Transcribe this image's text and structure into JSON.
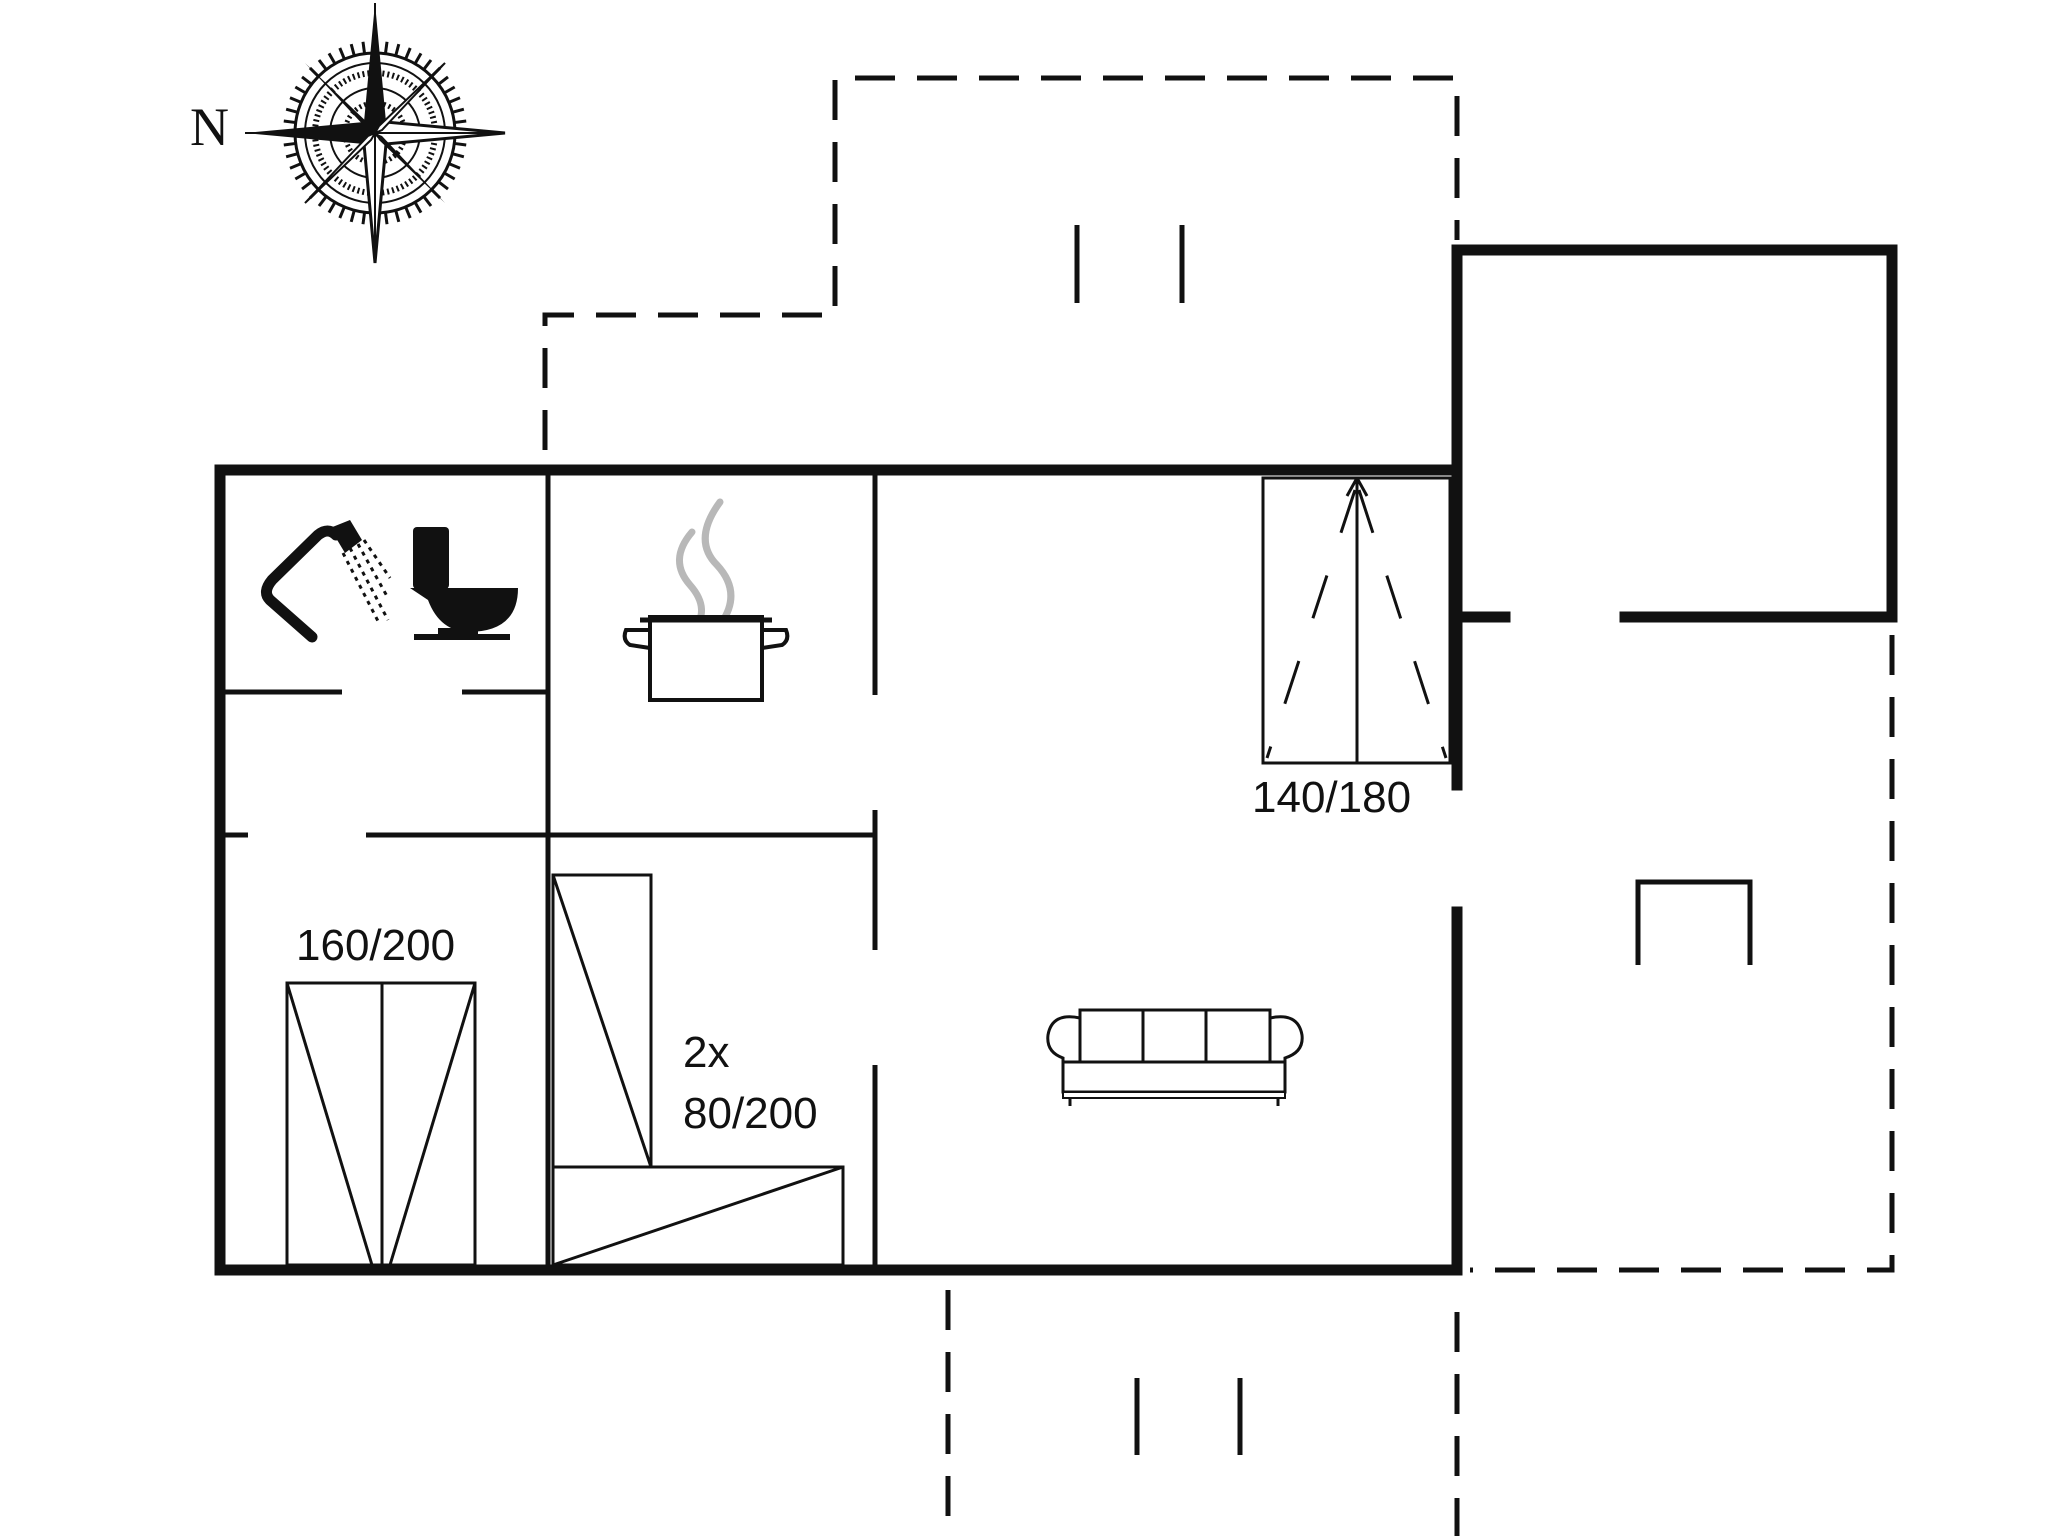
{
  "compass": {
    "north_label": "N"
  },
  "rooms": {
    "bedroom_left_bed": "160/200",
    "bedroom_mid_count": "2x",
    "bedroom_mid_bed": "80/200",
    "living_bed": "140/180"
  },
  "colors": {
    "line": "#111111",
    "steam": "#b8b8b8",
    "background": "#ffffff"
  }
}
